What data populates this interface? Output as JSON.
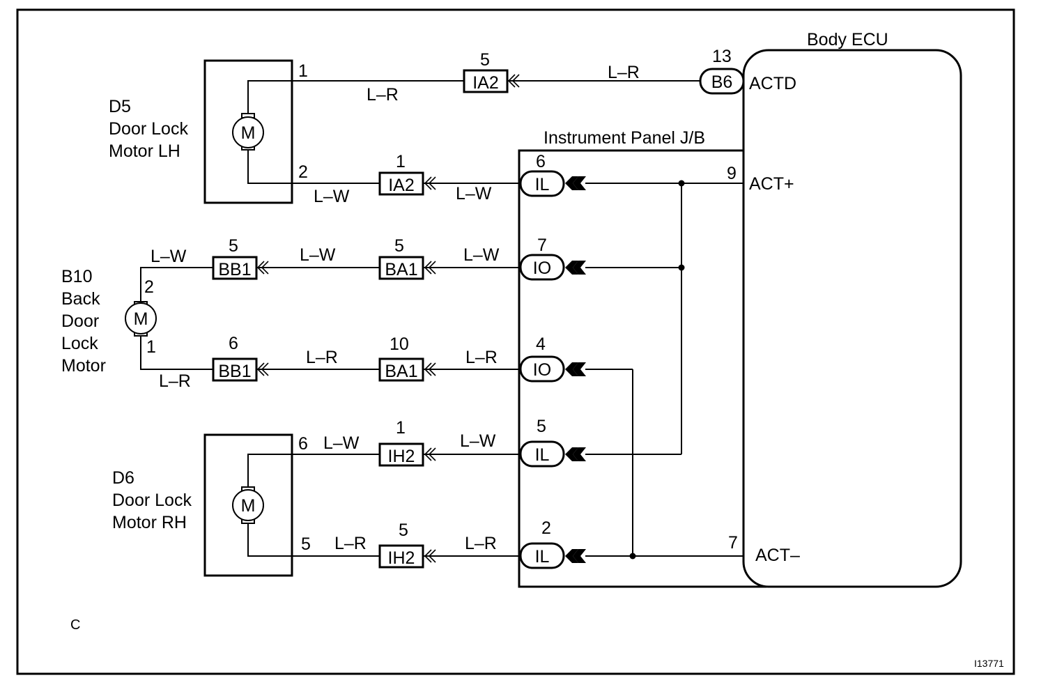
{
  "ecu": {
    "name": "Body ECU",
    "pins": [
      {
        "num": "13",
        "connector": "B6",
        "terminal": "ACTD"
      },
      {
        "num": "9",
        "terminal": "ACT+"
      },
      {
        "num": "7",
        "terminal": "ACT–"
      }
    ]
  },
  "junction_block": {
    "name": "Instrument Panel J/B",
    "pins": [
      {
        "num": "6",
        "connector": "IL"
      },
      {
        "num": "7",
        "connector": "IO"
      },
      {
        "num": "4",
        "connector": "IO"
      },
      {
        "num": "5",
        "connector": "IL"
      },
      {
        "num": "2",
        "connector": "IL"
      }
    ]
  },
  "components": [
    {
      "code": "D5",
      "line1": "Door Lock",
      "line2": "Motor LH",
      "pin_a": "1",
      "pin_b": "2",
      "motor": "M"
    },
    {
      "code": "B10",
      "line1": "Back",
      "line2": "Door",
      "line3": "Lock",
      "line4": "Motor",
      "pin_a": "2",
      "pin_b": "1",
      "motor": "M"
    },
    {
      "code": "D6",
      "line1": "Door Lock",
      "line2": "Motor RH",
      "pin_a": "6",
      "pin_b": "5",
      "motor": "M"
    }
  ],
  "connectors": [
    {
      "name": "IA2",
      "pin": "5"
    },
    {
      "name": "IA2",
      "pin": "1"
    },
    {
      "name": "BB1",
      "pin": "5"
    },
    {
      "name": "BA1",
      "pin": "5"
    },
    {
      "name": "BB1",
      "pin": "6"
    },
    {
      "name": "BA1",
      "pin": "10"
    },
    {
      "name": "IH2",
      "pin": "1"
    },
    {
      "name": "IH2",
      "pin": "5"
    }
  ],
  "wires": {
    "lr": "L–R",
    "lw": "L–W"
  },
  "footer": {
    "corner_mark": "C",
    "figure_id": "I13771"
  }
}
